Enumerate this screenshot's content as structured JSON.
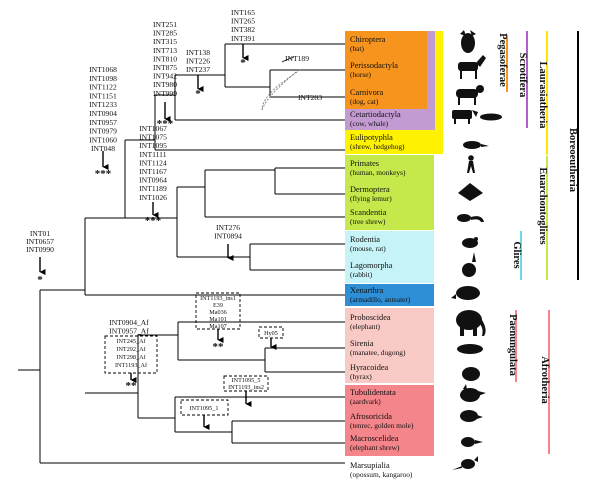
{
  "taxa": [
    {
      "name": "Chiroptera",
      "common": "(bat)"
    },
    {
      "name": "Perissodactyla",
      "common": "(horse)"
    },
    {
      "name": "Carnivora",
      "common": "(dog, cat)"
    },
    {
      "name": "Cetartiodactyla",
      "common": "(cow, whale)"
    },
    {
      "name": "Eulipotyphla",
      "common": "(shrew, hedgehog)"
    },
    {
      "name": "Primates",
      "common": "(human, monkeys)"
    },
    {
      "name": "Dermoptera",
      "common": "(flying lemur)"
    },
    {
      "name": "Scandentia",
      "common": "(tree shrew)"
    },
    {
      "name": "Rodentia",
      "common": "(mouse, rat)"
    },
    {
      "name": "Lagomorpha",
      "common": "(rabbit)"
    },
    {
      "name": "Xenarthra",
      "common": "(armadillo, anteater)"
    },
    {
      "name": "Proboscidea",
      "common": "(elephant)"
    },
    {
      "name": "Sirenia",
      "common": "(manatee, dugong)"
    },
    {
      "name": "Hyracoidea",
      "common": "(hyrax)"
    },
    {
      "name": "Tubulidentata",
      "common": "(aardvark)"
    },
    {
      "name": "Afrosoricida",
      "common": "(tenrec, golden mole)"
    },
    {
      "name": "Macroscelidea",
      "common": "(elephant shrew)"
    },
    {
      "name": "Marsupialia",
      "common": "(opossum, kangaroo)"
    }
  ],
  "clades": {
    "pegasoferae": "Pegasoferae",
    "scrotifera": "Scrotifera",
    "laurasiatheria": "Laurasiatheria",
    "euarchontoglires": "Euarchontoglires",
    "glires": "Glires",
    "boreoeutheria": "Boreoeutheria",
    "paenungulata": "Paenungulata",
    "afrotheria": "Afrotheria"
  },
  "markers": {
    "root": [
      "INT01",
      "INT0657",
      "INT0990"
    ],
    "boreoeutheria": [
      "INT1068",
      "INT1098",
      "INT1122",
      "INT1151",
      "INT1233",
      "INT0904",
      "INT0957",
      "INT0979",
      "INT1060",
      "INT048"
    ],
    "laurasiatheria": [
      "INT251",
      "INT285",
      "INT315",
      "INT713",
      "INT810",
      "INT875",
      "INT942",
      "INT980",
      "INT999"
    ],
    "scrotifera": [
      "INT138",
      "INT226",
      "INT237"
    ],
    "chiroptera_node": [
      "INT165",
      "INT265",
      "INT382",
      "INT391"
    ],
    "horse_carnivora": [
      "INT189"
    ],
    "cetartiodactyla_reticulate": [
      "INT283"
    ],
    "euarchontoglires": [
      "INT1067",
      "INT1075",
      "INT1095",
      "INT1111",
      "INT1124",
      "INT1167",
      "INT0964",
      "INT1189",
      "INT1026"
    ],
    "glires": [
      "INT276",
      "INT0894"
    ],
    "afrotheria_main": [
      "INT0904_Af",
      "INT0957_Af"
    ],
    "afrotheria_dashed": [
      "INT245_Af",
      "INT292_Af",
      "INT298_Af",
      "INT1193_Af"
    ],
    "paenungulata_dashed": [
      "INT1193_ins1",
      "E39",
      "Ma036",
      "Ma101",
      "Ma107"
    ],
    "sirenia_hyrax": [
      "Hy05"
    ],
    "afroinsectiphilia": [
      "INT1095_5",
      "INT1193_ins2"
    ],
    "afrosoricida_macroscelidea": [
      "INT1095_1"
    ]
  },
  "significance": {
    "root": "*",
    "boreoeutheria": "***",
    "laurasiatheria": "***",
    "scrotifera": "*",
    "chiroptera_node": "*",
    "euarchontoglires": "***",
    "afrotheria": "**",
    "paenungulata": "**"
  },
  "colors": {
    "chiroptera": "#F7941D",
    "cetartiodactyla": "#C39BD3",
    "eulipotyphla": "#FFF200",
    "euarchonta": "#C5E84A",
    "glires": "#C6F3F7",
    "xenarthra": "#2E8FD6",
    "paenungulata": "#F9C9C5",
    "afroinsectiphilia": "#F4858A",
    "pegasoferae_label": "#F7941D",
    "scrotifera_label": "#B05FC9",
    "laurasiatheria_label": "#FFE500",
    "euarchontoglires_label": "#C5E84A",
    "glires_label": "#6FD8E3",
    "afrotheria_label": "#F4858A"
  },
  "icons": [
    "bat-icon",
    "horse-icon",
    "dog-icon",
    "cow-icon",
    "whale-icon",
    "shrew-icon",
    "human-icon",
    "flying-lemur-icon",
    "tree-shrew-icon",
    "mouse-icon",
    "rabbit-icon",
    "armadillo-icon",
    "elephant-icon",
    "manatee-icon",
    "hyrax-icon",
    "aardvark-icon",
    "tenrec-icon",
    "elephant-shrew-icon",
    "kangaroo-icon"
  ]
}
